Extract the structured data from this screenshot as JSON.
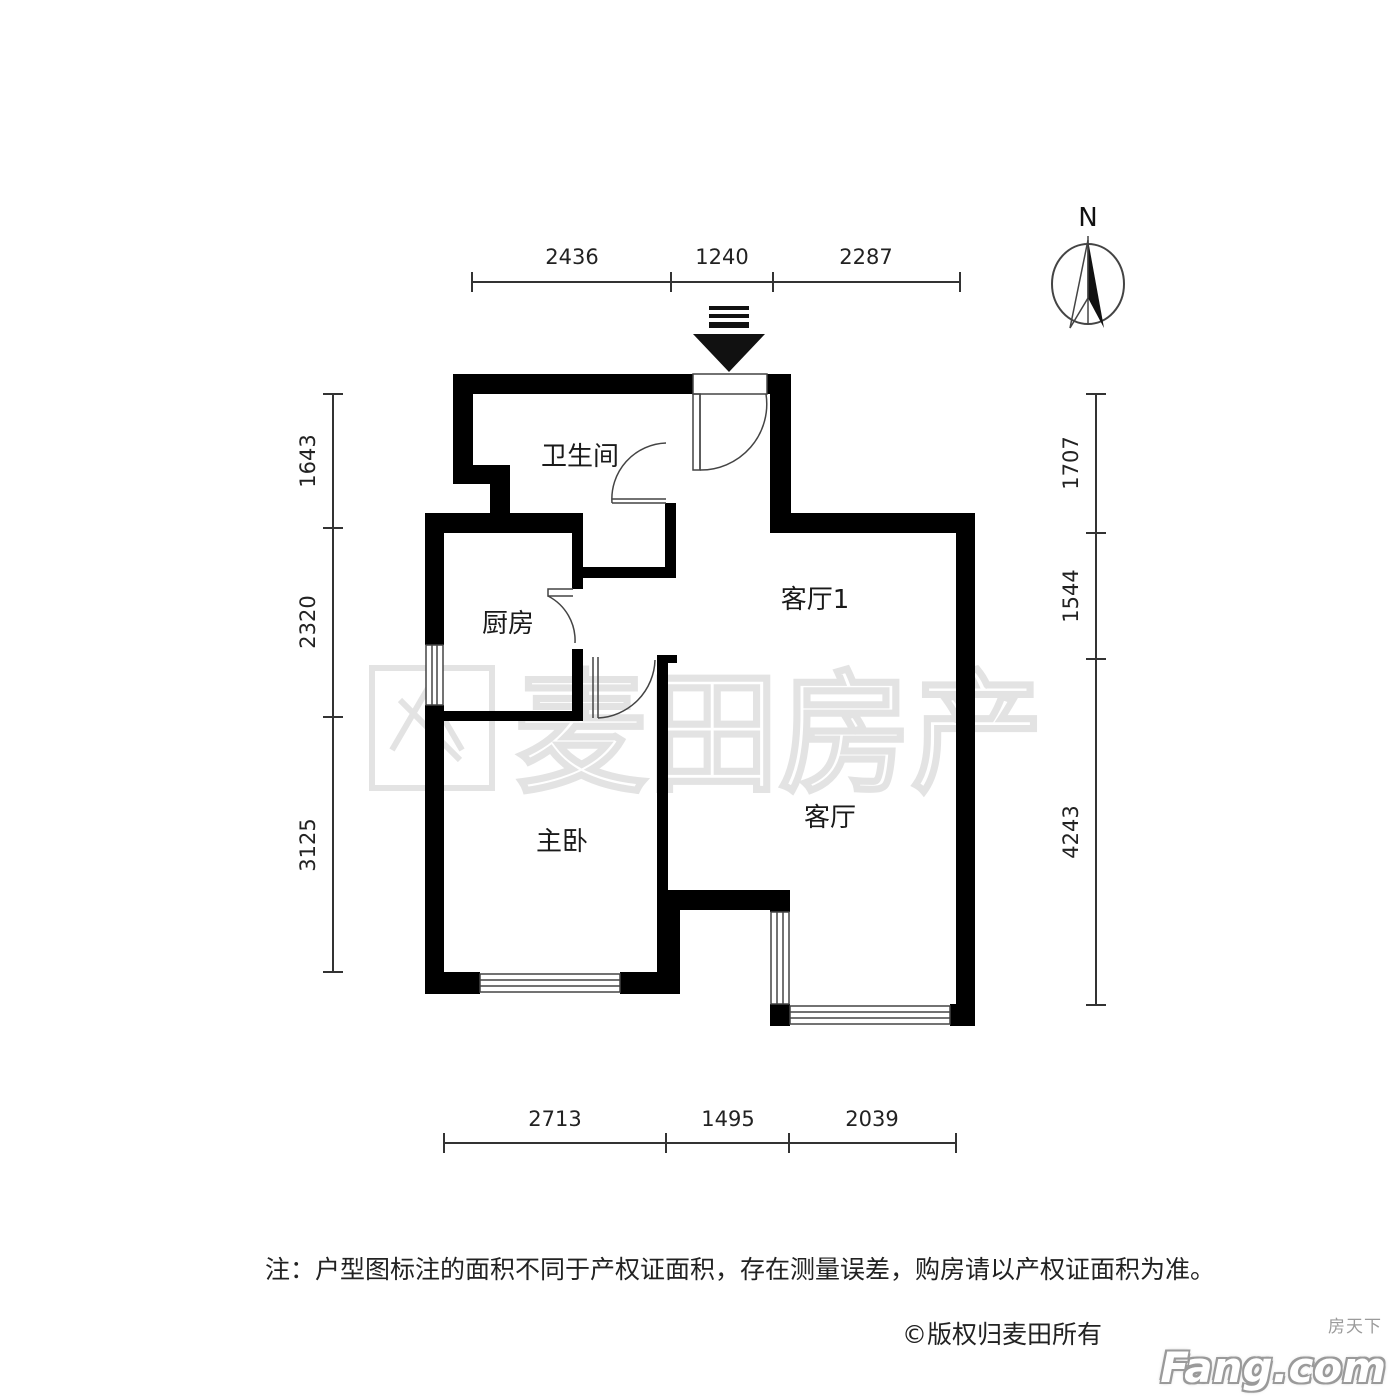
{
  "dimensions": {
    "top": [
      "2436",
      "1240",
      "2287"
    ],
    "bottom": [
      "2713",
      "1495",
      "2039"
    ],
    "left": [
      "1643",
      "2320",
      "3125"
    ],
    "right": [
      "1707",
      "1544",
      "4243"
    ]
  },
  "rooms": {
    "bathroom": "卫生间",
    "kitchen": "厨房",
    "living_room_1": "客厅1",
    "living_room": "客厅",
    "master_bedroom": "主卧"
  },
  "compass": {
    "north_label": "N"
  },
  "watermark": {
    "text": "麦田房产"
  },
  "note": "注：户型图标注的面积不同于产权证面积，存在测量误差，购房请以产权证面积为准。",
  "copyright": "©版权归麦田所有",
  "brand": {
    "top": "房天下",
    "main": "Fang.com"
  },
  "colors": {
    "wall": "#000000",
    "dimension_line": "#333333",
    "watermark": "#e3e3e3"
  }
}
